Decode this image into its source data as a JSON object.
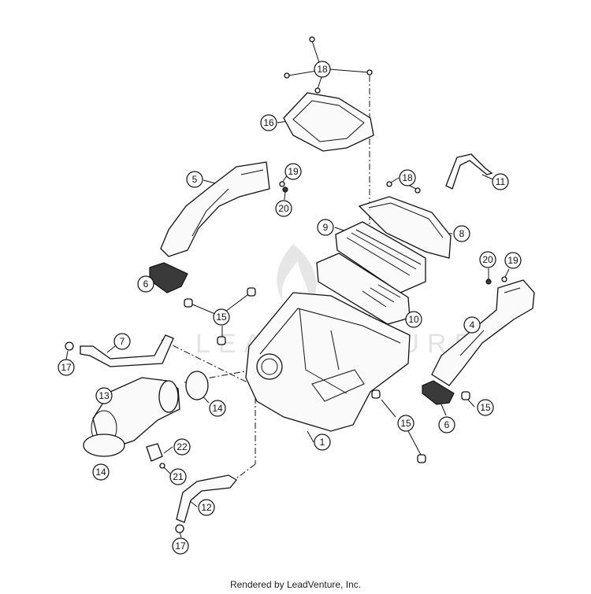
{
  "callouts": [
    {
      "label": "18"
    },
    {
      "label": "16"
    },
    {
      "label": "5"
    },
    {
      "label": "19"
    },
    {
      "label": "20"
    },
    {
      "label": "18"
    },
    {
      "label": "11"
    },
    {
      "label": "9"
    },
    {
      "label": "8"
    },
    {
      "label": "6"
    },
    {
      "label": "20"
    },
    {
      "label": "19"
    },
    {
      "label": "15"
    },
    {
      "label": "10"
    },
    {
      "label": "4"
    },
    {
      "label": "7"
    },
    {
      "label": "17"
    },
    {
      "label": "13"
    },
    {
      "label": "14"
    },
    {
      "label": "15"
    },
    {
      "label": "15"
    },
    {
      "label": "6"
    },
    {
      "label": "1"
    },
    {
      "label": "22"
    },
    {
      "label": "14"
    },
    {
      "label": "21"
    },
    {
      "label": "12"
    },
    {
      "label": "17"
    }
  ],
  "watermark": "LEADVENTURE",
  "footer": "Rendered by LeadVenture, Inc."
}
